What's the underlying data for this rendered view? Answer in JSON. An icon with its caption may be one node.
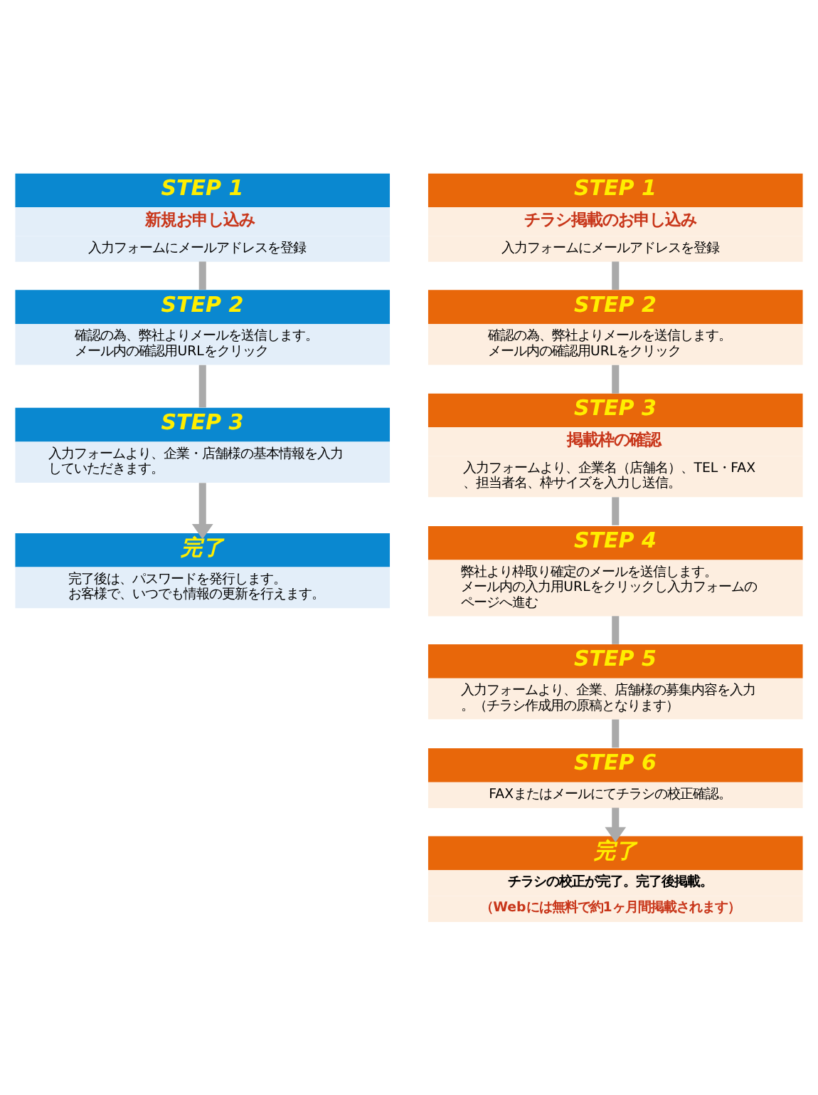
{
  "diagram": {
    "nodes": [
      {
        "text": [
          "STEP 1",
          "新規お申し込み",
          "入力フォームにメールアドレスを登録"
        ]
      },
      {
        "text": [
          "STEP 2",
          "確認の為、弊社よりメールを送信します。メール内の確認用URLをクリック"
        ]
      },
      {
        "text": [
          "STEP 3",
          "入力フォームより、企業・店舗様の基本情報を入力していただきます。"
        ]
      },
      {
        "text": [
          "完了",
          "完了後は、パスワードを発行します。お客様で、いつでも情報の更新を行えます。"
        ]
      },
      {
        "text": [
          "STEP 1",
          "チラシ掲載のお申し込み",
          "入力フォームにメールアドレスを登録"
        ]
      },
      {
        "text": [
          "STEP 2",
          "確認の為、弊社よりメールを送信します。メール内の確認用URLをクリック"
        ]
      },
      {
        "text": [
          "STEP 3",
          "掲載枠の確認",
          "入力フォームより、企業名（店舗名）、TEL・FAX、担当者名、枠サイズを入力し送信。"
        ]
      },
      {
        "text": [
          "STEP 4",
          "弊社より枠取り確定のメールを送信します。メール内の入力用URLをクリックし入力フォームのページへ進む"
        ]
      },
      {
        "text": [
          "STEP 5",
          "入力フォームより、企業、店舗様の募集内容を入力。（チラシ作成用の原稿となります）"
        ]
      },
      {
        "text": [
          "STEP 6",
          "FAXまたはメールにてチラシの校正確認。"
        ]
      },
      {
        "text": [
          "完了",
          "チラシの校正が完了。完了後掲載。",
          "（Webには無料で約1ヶ月間掲載されます）"
        ]
      }
    ],
    "edges": [
      {
        "from": 0,
        "to": 1,
        "arrow": "none"
      },
      {
        "from": 1,
        "to": 2,
        "arrow": "none"
      },
      {
        "from": 2,
        "to": 3,
        "arrow": "to"
      },
      {
        "from": 4,
        "to": 5,
        "arrow": "none"
      },
      {
        "from": 5,
        "to": 6,
        "arrow": "none"
      },
      {
        "from": 6,
        "to": 7,
        "arrow": "none"
      },
      {
        "from": 7,
        "to": 8,
        "arrow": "none"
      },
      {
        "from": 8,
        "to": 9,
        "arrow": "none"
      },
      {
        "from": 9,
        "to": 10,
        "arrow": "to"
      }
    ]
  }
}
